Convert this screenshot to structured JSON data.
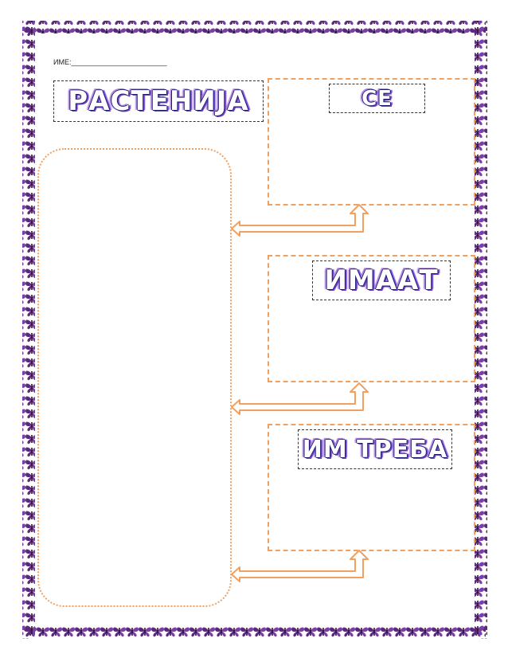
{
  "worksheet": {
    "name_label": "ИМЕ:________________________",
    "title": "РАСТЕНИЈА",
    "boxes": [
      {
        "heading": "СЕ"
      },
      {
        "heading": "ИМААТ"
      },
      {
        "heading": "ИМ ТРЕБА"
      }
    ]
  },
  "colors": {
    "border_purple": "#5b2a7a",
    "frame_orange": "#f0a060",
    "title_outline": "#1e1a6e",
    "title_glow": "#7a4fd8"
  },
  "icons": {
    "border": "butterfly-icon",
    "connector": "double-arrow-icon"
  }
}
